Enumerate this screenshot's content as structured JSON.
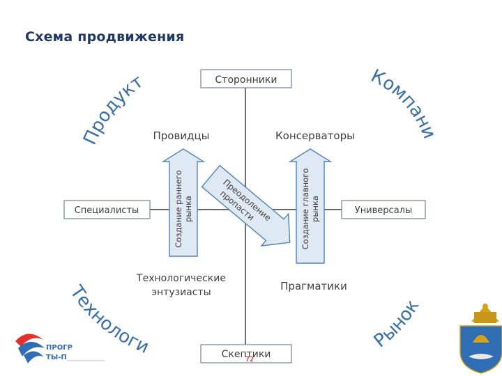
{
  "slide": {
    "title": "Схема  продвижения"
  },
  "axes": {
    "top": "Сторонники",
    "bottom": "Скептики",
    "left": "Специалисты",
    "right": "Универсалы"
  },
  "quadrants": {
    "top_left": "Провидцы",
    "top_right": "Консерваторы",
    "bottom_left_line1": "Технологические",
    "bottom_left_line2": "энтузиасты",
    "bottom_right": "Прагматики"
  },
  "arrows": {
    "early_market_line1": "Создание раннего",
    "early_market_line2": "рынка",
    "main_market_line1": "Создание главного",
    "main_market_line2": "рынка",
    "chasm_line1": "Преодоление",
    "chasm_line2": "пропасти"
  },
  "corners": {
    "top_left": "Продукт",
    "top_right": "Компания",
    "bottom_left": "Технология",
    "bottom_right": "Рынок"
  },
  "footer": {
    "page_number": "72",
    "logo_text_line1": "ПРОГР",
    "logo_text_line2": "ТЫ-П"
  },
  "colors": {
    "title": "#1f3864",
    "axis_line": "#333333",
    "box_border": "#7f8c9a",
    "arrow_fill": "#dfe9f3",
    "arrow_stroke": "#4f81bd",
    "text": "#404040",
    "corner_text": "#3a6fa8",
    "page_number": "#c00000"
  }
}
